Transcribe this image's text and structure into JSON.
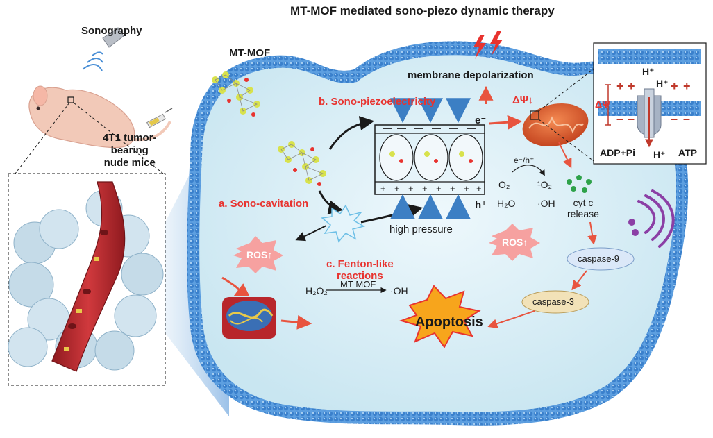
{
  "title": "MT-MOF mediated sono-piezo dynamic therapy",
  "left": {
    "sonography": "Sonography",
    "mice": [
      "4T1 tumor-",
      "bearing",
      "nude mice"
    ]
  },
  "cell": {
    "mtmof_label": "MT-MOF",
    "membrane_depol": "membrane depolarization",
    "sono_piezo": "b. Sono-piezoelectricity",
    "sono_cavitation": "a. Sono-cavitation",
    "fenton": [
      "c. Fenton-like",
      "reactions"
    ],
    "high_pressure": "high pressure",
    "electron": "e⁻",
    "hole": "h⁺",
    "eh": "e⁻/h⁺",
    "o2": "O₂",
    "singlet_o2": "¹O₂",
    "h2o": "H₂O",
    "oh1": "·OH",
    "h2o2": "H₂O₂",
    "fenton_catalyst": "MT-MOF",
    "oh2": "·OH",
    "ros": "ROS↑",
    "delta_psi": "ΔΨ↓",
    "cyt_c": [
      "cyt c",
      "release"
    ],
    "caspase9": "caspase-9",
    "caspase3": "caspase-3",
    "apoptosis": "Apoptosis"
  },
  "inset": {
    "h_top": "H⁺",
    "h_channel": "H⁺",
    "delta_psi": "ΔΨ",
    "adp": "ADP+Pi",
    "h_bottom": "H⁺",
    "atp": "ATP"
  },
  "colors": {
    "accent_red": "#e8332f",
    "membrane_blue": "#4a8fd6",
    "cytoplasm": "#d7eef7",
    "vessel": "#b8262b",
    "piezo_arrow": "#3c7fc4",
    "caspase9_fill": "#dbe8f8",
    "caspase3_fill": "#f2e2b8",
    "apoptosis_fill": "#f7a51c"
  }
}
